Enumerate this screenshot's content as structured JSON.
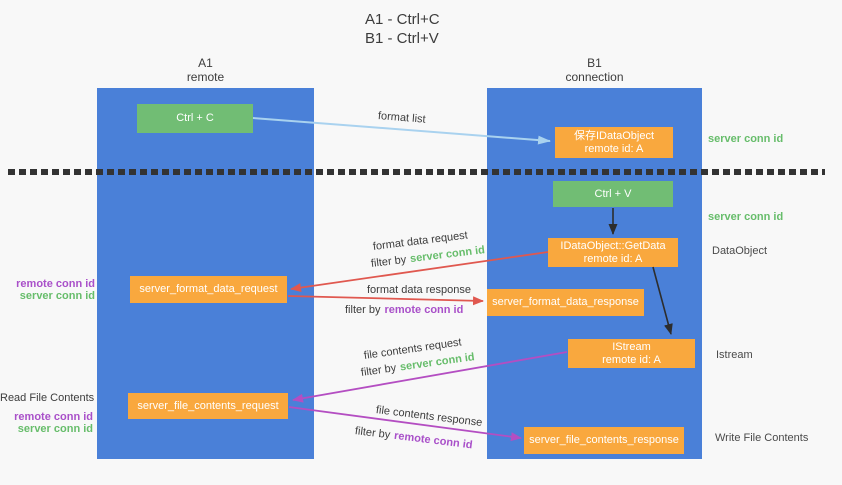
{
  "title": {
    "line1": "A1 - Ctrl+C",
    "line2": "B1 - Ctrl+V"
  },
  "lanes": {
    "left": {
      "name": "A1",
      "role": "remote"
    },
    "right": {
      "name": "B1",
      "role": "connection"
    }
  },
  "nodes": {
    "ctrl_c": {
      "label": "Ctrl + C"
    },
    "save_idataobject": {
      "line1": "保存IDataObject",
      "line2": "remote id: A"
    },
    "ctrl_v": {
      "label": "Ctrl + V"
    },
    "getdata": {
      "line1": "IDataObject::GetData",
      "line2": "remote id: A"
    },
    "server_format_data_request": {
      "label": "server_format_data_request"
    },
    "server_format_data_response": {
      "label": "server_format_data_response"
    },
    "istream": {
      "line1": "IStream",
      "line2": "remote id: A"
    },
    "server_file_contents_request": {
      "label": "server_file_contents_request"
    },
    "server_file_contents_response": {
      "label": "server_file_contents_response"
    }
  },
  "arrow_labels": {
    "format_list": "format list",
    "format_data_request": "format data request",
    "format_data_response": "format data response",
    "file_contents_request": "file contents request",
    "file_contents_response": "file contents response",
    "filter_by": "filter by",
    "server_conn_id": "server conn id",
    "remote_conn_id": "remote conn id"
  },
  "side_labels": {
    "server_conn_id_save": "server conn id",
    "server_conn_id_paste": "server conn id",
    "dataobject": "DataObject",
    "istream": "Istream",
    "write_file_contents": "Write File Contents",
    "read_file_contents": "Read File Contents",
    "remote_conn_id_format": "remote conn id",
    "server_conn_id_format": "server conn id",
    "remote_conn_id_file": "remote conn id",
    "server_conn_id_file": "server conn id"
  },
  "colors": {
    "lifeline_blue": "#4a80d8",
    "node_green": "#71bd74",
    "node_orange": "#f9a83e",
    "arrow_light_blue": "#a9d2ef",
    "arrow_red": "#e0584f",
    "arrow_purple": "#b44ec2",
    "arrow_black": "#2d2d2d",
    "label_green": "#67bd6b",
    "label_purple": "#a950c9",
    "text_dark": "#3c3c3c"
  }
}
